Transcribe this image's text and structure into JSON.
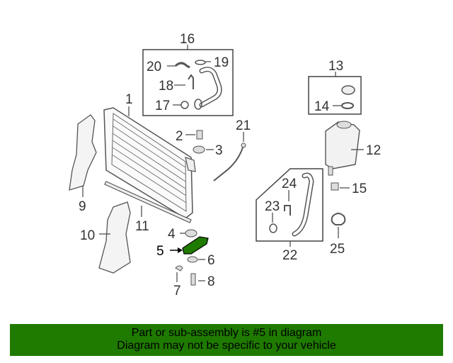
{
  "callouts": {
    "n1": "1",
    "n2": "2",
    "n3": "3",
    "n4": "4",
    "n5": "5",
    "n6": "6",
    "n7": "7",
    "n8": "8",
    "n9": "9",
    "n10": "10",
    "n11": "11",
    "n12": "12",
    "n13": "13",
    "n14": "14",
    "n15": "15",
    "n16": "16",
    "n17": "17",
    "n18": "18",
    "n19": "19",
    "n20": "20",
    "n21": "21",
    "n22": "22",
    "n23": "23",
    "n24": "24",
    "n25": "25"
  },
  "highlight_callout": "5",
  "colors": {
    "highlight": "#1f7a00",
    "line": "#444444",
    "part": "#555555"
  },
  "banner": {
    "line1": "Part or sub-assembly is #5 in diagram",
    "line2": "Diagram may not be specific to your vehicle"
  }
}
